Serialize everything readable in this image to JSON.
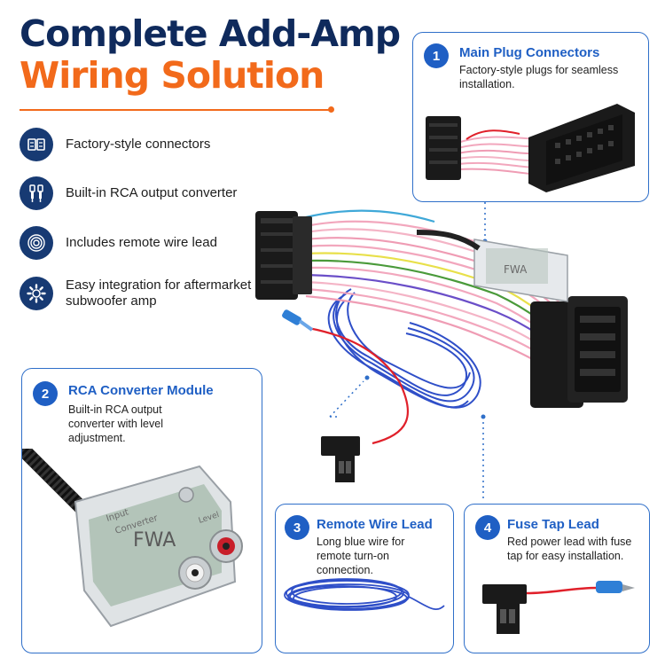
{
  "headline": {
    "line1": "Complete Add-Amp",
    "line2": "Wiring Solution"
  },
  "features": [
    {
      "icon": "connector-icon",
      "text": "Factory-style connectors"
    },
    {
      "icon": "rca-plug-icon",
      "text": "Built-in RCA output converter"
    },
    {
      "icon": "wire-coil-icon",
      "text": "Includes remote wire lead"
    },
    {
      "icon": "gear-icon",
      "text": "Easy integration for aftermarket subwoofer amp"
    }
  ],
  "cards": {
    "main_plug": {
      "number": "1",
      "title": "Main Plug Connectors",
      "desc": "Factory-style plugs for seamless installation."
    },
    "rca": {
      "number": "2",
      "title": "RCA Converter Module",
      "desc": "Built-in RCA output converter with level adjustment."
    },
    "remote": {
      "number": "3",
      "title": "Remote Wire Lead",
      "desc": "Long blue wire for remote turn-on connection."
    },
    "fuse": {
      "number": "4",
      "title": "Fuse Tap Lead",
      "desc": "Red power lead with fuse tap for easy installation."
    }
  },
  "module_labels": {
    "brand": "FWA",
    "input": "Input",
    "converter": "Converter",
    "level": "Level"
  },
  "colors": {
    "navy": "#0f2a5c",
    "orange": "#f26a1b",
    "accent_blue": "#1f5fc4",
    "icon_bg": "#173a73",
    "wire_pink": "#f2a7bd",
    "wire_blue": "#2f4fc8",
    "wire_red": "#e0202a"
  }
}
